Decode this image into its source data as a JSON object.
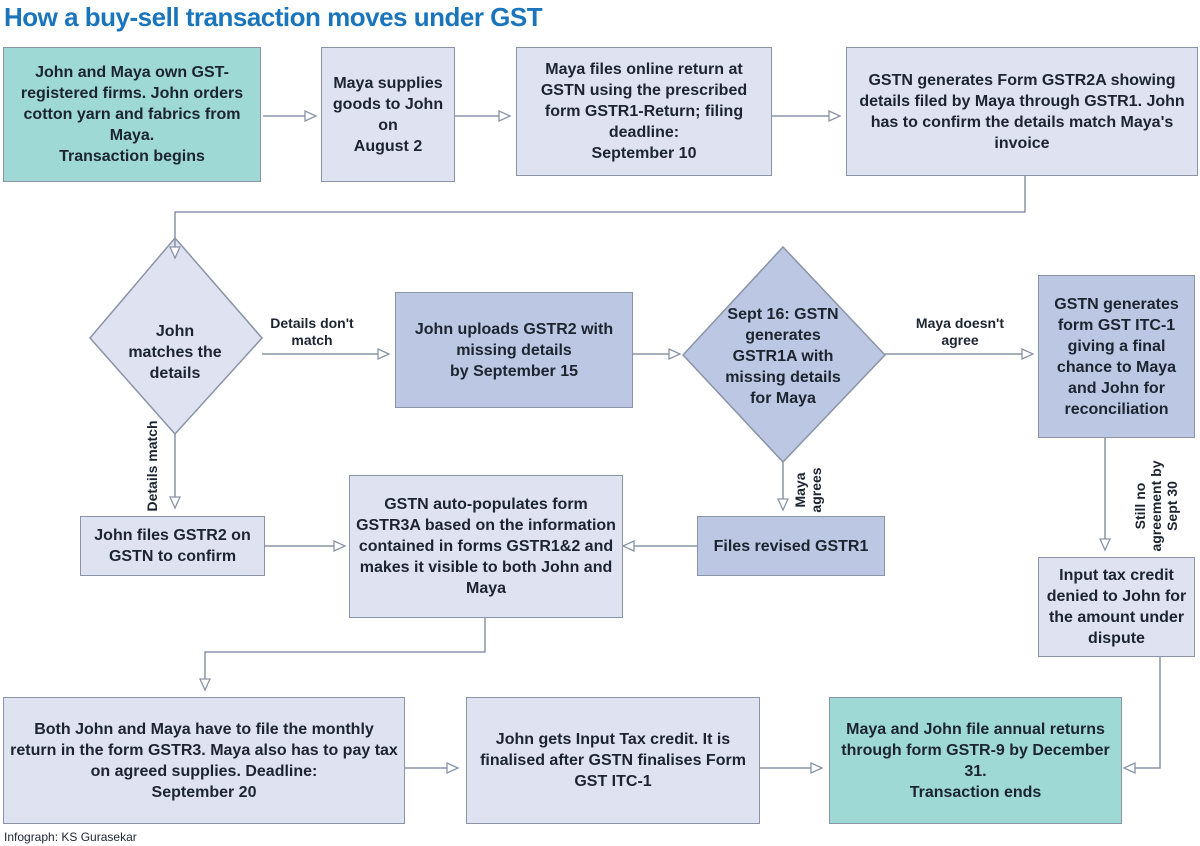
{
  "title": "How a buy-sell transaction moves under GST",
  "steps": {
    "s1": {
      "text": "John and Maya own GST-registered firms. John orders cotton yarn and fabrics from Maya.",
      "bold": "Transaction begins"
    },
    "s2": {
      "text": "Maya supplies goods to John on",
      "bold": "August 2"
    },
    "s3": {
      "text": "Maya files online return at GSTN using the prescribed form GSTR1-Return; filing deadline:",
      "bold": "September 10"
    },
    "s4": {
      "text": "GSTN generates Form GSTR2A showing details filed by Maya through GSTR1. John has to confirm the details match Maya's invoice"
    },
    "d1": {
      "text": "John matches the details"
    },
    "s5": {
      "text": "John uploads GSTR2 with missing details",
      "bold": "by September 15"
    },
    "d2": {
      "bold": "Sept 16:",
      "text": "GSTN generates GSTR1A with missing details for Maya"
    },
    "s6": {
      "text": "GSTN generates form GST ITC-1 giving a final chance to Maya and John for reconciliation"
    },
    "s7": {
      "text": "John files GSTR2 on GSTN to confirm"
    },
    "s8": {
      "text": "GSTN auto-populates form GSTR3A based on the information contained in forms GSTR1&2 and makes it visible to both John and Maya"
    },
    "s9": {
      "text": "Files revised GSTR1"
    },
    "s10": {
      "text": "Input tax credit denied to John for the amount under dispute"
    },
    "s11": {
      "text": "Both John and Maya have to file the monthly return in the form GSTR3. Maya also has to pay tax on agreed supplies. Deadline:",
      "bold": "September 20"
    },
    "s12": {
      "text": "John gets Input Tax credit. It is finalised after GSTN finalises Form GST ITC-1"
    },
    "s13": {
      "text": "Maya and John file annual returns through form GSTR-9 by December 31.",
      "bold": "Transaction ends"
    }
  },
  "labels": {
    "details_dont_match": "Details don't match",
    "details_match": "Details match",
    "maya_doesnt_agree": "Maya doesn't agree",
    "maya_agrees": "Maya agrees",
    "still_no_agreement": "Still no agreement by Sept 30"
  },
  "credit": "Infograph: KS Gurasekar",
  "colors": {
    "title": "#1a75bc",
    "teal": "#9ed9d6",
    "light": "#dfe3f1",
    "medium": "#bcc7e3",
    "border": "#8a94a6"
  }
}
